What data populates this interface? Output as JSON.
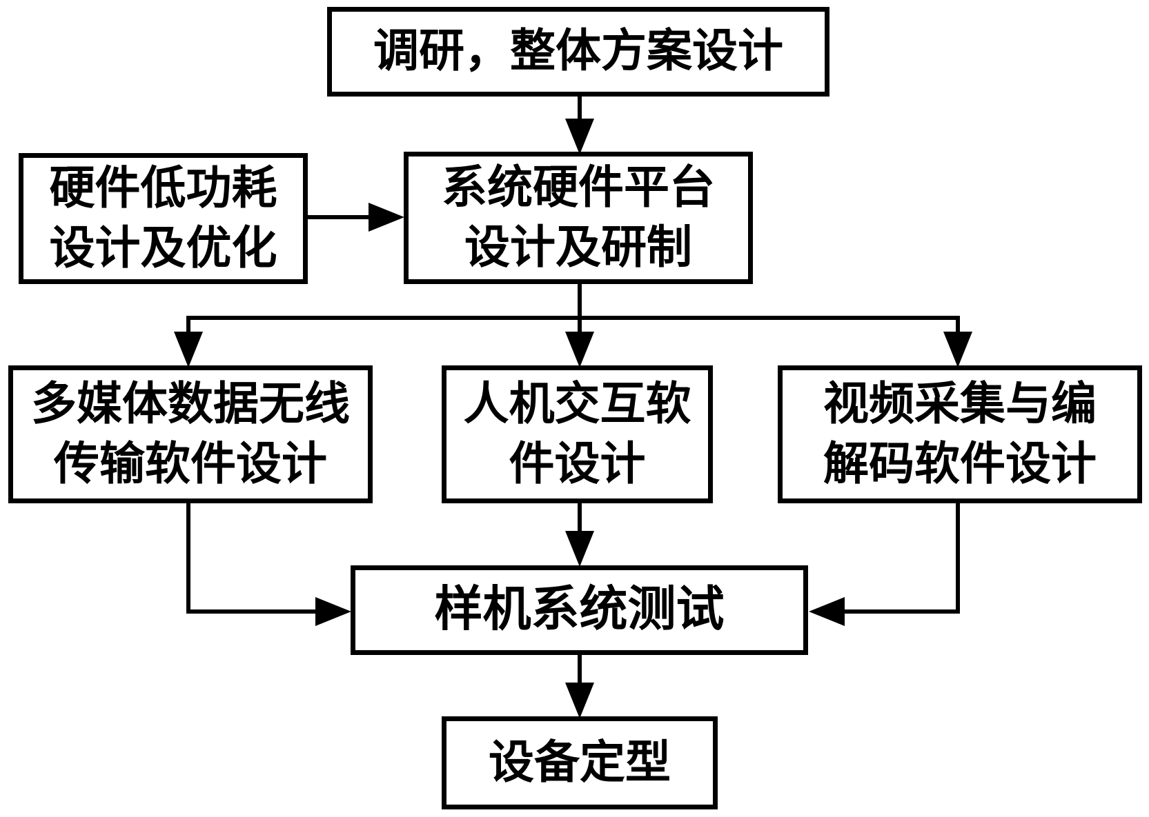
{
  "diagram": {
    "type": "flowchart",
    "language": "zh-CN",
    "colors": {
      "line": "#000000",
      "box_fill": "#ffffff",
      "background": "#ffffff",
      "text": "#000000"
    },
    "nodes": {
      "research": {
        "label": "调研，整体方案设计"
      },
      "low_power": {
        "label": "硬件低功耗\n设计及优化"
      },
      "platform": {
        "label": "系统硬件平台\n设计及研制"
      },
      "multimedia": {
        "label": "多媒体数据无线\n传输软件设计"
      },
      "hmi": {
        "label": "人机交互软\n件设计"
      },
      "video": {
        "label": "视频采集与编\n解码软件设计"
      },
      "prototype": {
        "label": "样机系统测试"
      },
      "final": {
        "label": "设备定型"
      }
    },
    "edges": [
      {
        "from": "research",
        "to": "platform",
        "style": "arrow-down"
      },
      {
        "from": "low_power",
        "to": "platform",
        "style": "arrow-right"
      },
      {
        "from": "platform",
        "to": "multimedia",
        "style": "branch-arrow-down"
      },
      {
        "from": "platform",
        "to": "hmi",
        "style": "branch-arrow-down"
      },
      {
        "from": "platform",
        "to": "video",
        "style": "branch-arrow-down"
      },
      {
        "from": "multimedia",
        "to": "prototype",
        "style": "elbow-arrow-right"
      },
      {
        "from": "hmi",
        "to": "prototype",
        "style": "arrow-down"
      },
      {
        "from": "video",
        "to": "prototype",
        "style": "elbow-arrow-left"
      },
      {
        "from": "prototype",
        "to": "final",
        "style": "arrow-down"
      }
    ]
  }
}
